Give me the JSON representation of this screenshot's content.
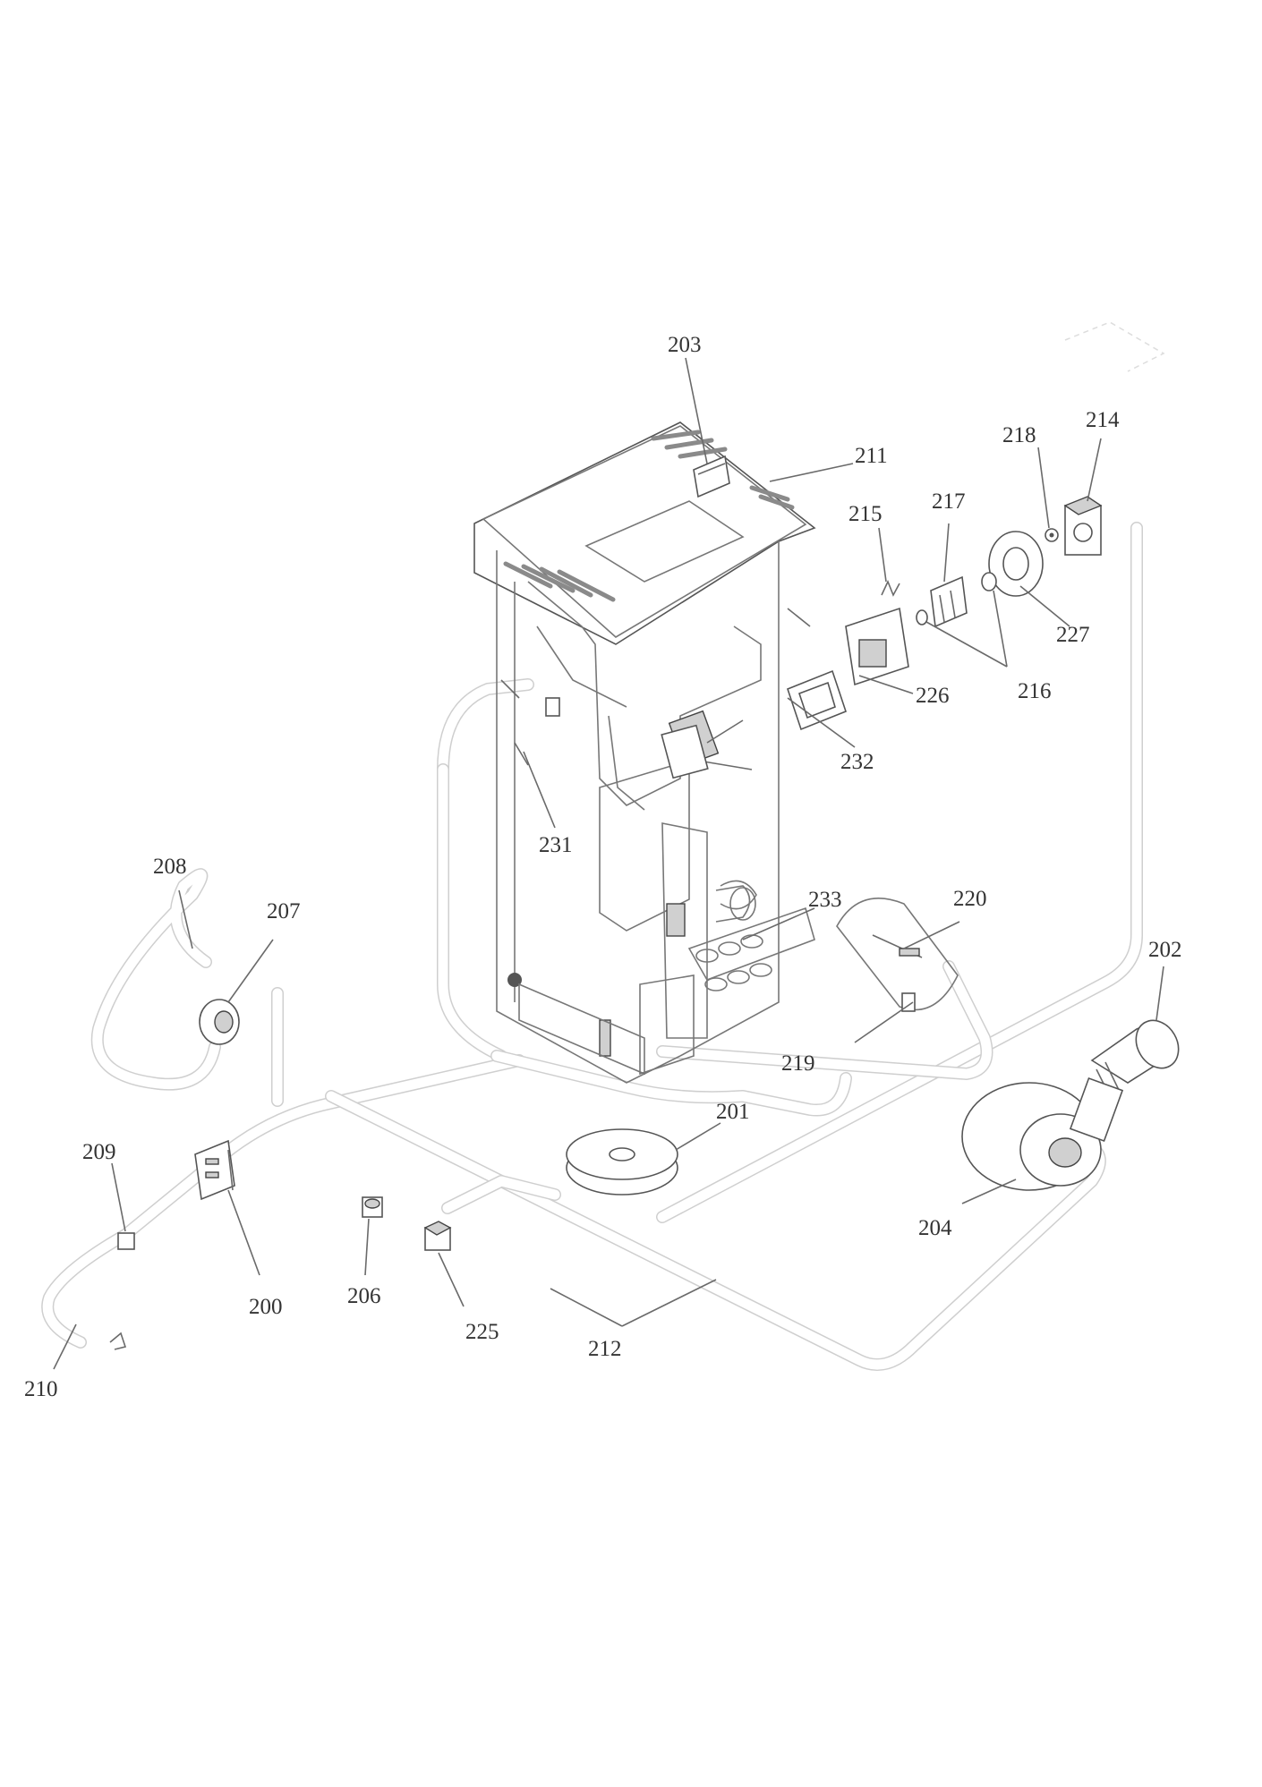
{
  "diagram": {
    "labels": {
      "p200": "200",
      "p201": "201",
      "p202": "202",
      "p203": "203",
      "p204": "204",
      "p206": "206",
      "p207": "207",
      "p208": "208",
      "p209": "209",
      "p210": "210",
      "p211": "211",
      "p212": "212",
      "p214": "214",
      "p215": "215",
      "p216": "216",
      "p217": "217",
      "p218": "218",
      "p219": "219",
      "p220": "220",
      "p225": "225",
      "p226": "226",
      "p227": "227",
      "p231": "231",
      "p232": "232",
      "p233": "233"
    }
  }
}
